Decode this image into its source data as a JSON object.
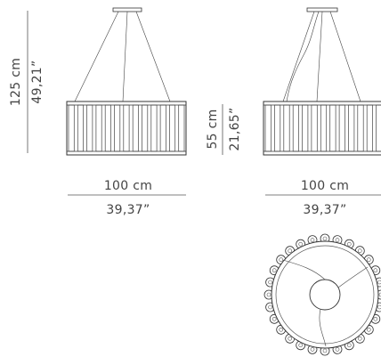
{
  "front_view": {
    "height_cm": "125 cm",
    "height_in": "49,21”",
    "width_cm": "100 cm",
    "width_in": "39,37”"
  },
  "side_view": {
    "shade_height_cm": "55 cm",
    "shade_height_in": "21,65”",
    "width_cm": "100 cm",
    "width_in": "39,37”"
  }
}
